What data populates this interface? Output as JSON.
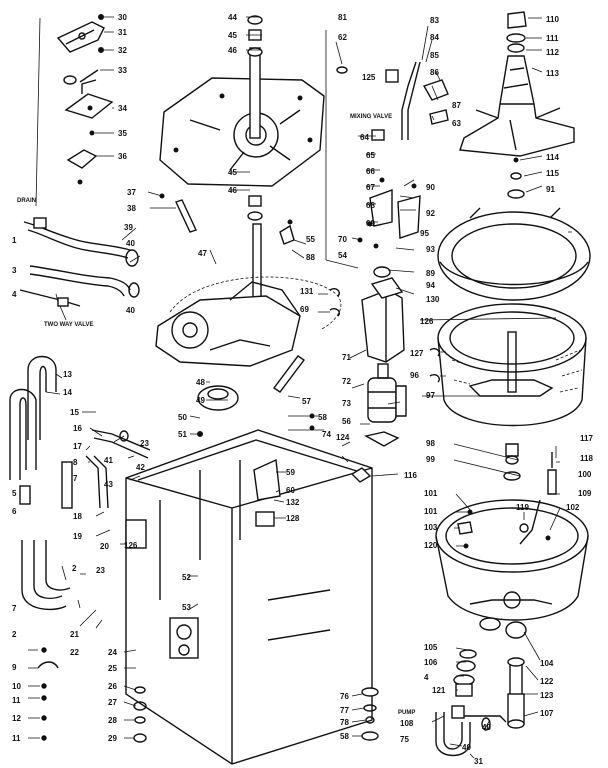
{
  "diagram": {
    "notes": {
      "drain": "DRAIN",
      "two_way_valve": "TWO WAY VALVE",
      "mixing_valve": "MIXING VALVE",
      "pump": "PUMP"
    },
    "callouts": [
      {
        "id": "c30",
        "text": "30"
      },
      {
        "id": "c31",
        "text": "31"
      },
      {
        "id": "c32",
        "text": "32"
      },
      {
        "id": "c33",
        "text": "33"
      },
      {
        "id": "c34",
        "text": "34"
      },
      {
        "id": "c35",
        "text": "35"
      },
      {
        "id": "c36",
        "text": "36"
      },
      {
        "id": "c37",
        "text": "37"
      },
      {
        "id": "c38",
        "text": "38"
      },
      {
        "id": "c39",
        "text": "39"
      },
      {
        "id": "c40a",
        "text": "40"
      },
      {
        "id": "c40b",
        "text": "40"
      },
      {
        "id": "c44",
        "text": "44"
      },
      {
        "id": "c45a",
        "text": "45"
      },
      {
        "id": "c46a",
        "text": "46"
      },
      {
        "id": "c45b",
        "text": "45"
      },
      {
        "id": "c46b",
        "text": "46"
      },
      {
        "id": "c47",
        "text": "47"
      },
      {
        "id": "c48",
        "text": "48"
      },
      {
        "id": "c49",
        "text": "49"
      },
      {
        "id": "c50a",
        "text": "50"
      },
      {
        "id": "c51",
        "text": "51"
      },
      {
        "id": "c1",
        "text": "1"
      },
      {
        "id": "c3",
        "text": "3"
      },
      {
        "id": "c4a",
        "text": "4"
      },
      {
        "id": "c13",
        "text": "13"
      },
      {
        "id": "c14",
        "text": "14"
      },
      {
        "id": "c15",
        "text": "15"
      },
      {
        "id": "c16",
        "text": "16"
      },
      {
        "id": "c17",
        "text": "17"
      },
      {
        "id": "c8",
        "text": "8"
      },
      {
        "id": "c7",
        "text": "7"
      },
      {
        "id": "c5",
        "text": "5"
      },
      {
        "id": "c6",
        "text": "6"
      },
      {
        "id": "c18",
        "text": "18"
      },
      {
        "id": "c19",
        "text": "19"
      },
      {
        "id": "c20",
        "text": "20"
      },
      {
        "id": "c2a",
        "text": "2"
      },
      {
        "id": "c7b",
        "text": "7"
      },
      {
        "id": "c2b",
        "text": "2"
      },
      {
        "id": "c21",
        "text": "21"
      },
      {
        "id": "c22",
        "text": "22"
      },
      {
        "id": "c23",
        "text": "23"
      },
      {
        "id": "c41",
        "text": "41"
      },
      {
        "id": "c42",
        "text": "42"
      },
      {
        "id": "c43",
        "text": "43"
      },
      {
        "id": "c23b",
        "text": "23"
      },
      {
        "id": "c9",
        "text": "9"
      },
      {
        "id": "c10",
        "text": "10"
      },
      {
        "id": "c11a",
        "text": "11"
      },
      {
        "id": "c12",
        "text": "12"
      },
      {
        "id": "c11b",
        "text": "11"
      },
      {
        "id": "c24",
        "text": "24"
      },
      {
        "id": "c25",
        "text": "25"
      },
      {
        "id": "c26",
        "text": "26"
      },
      {
        "id": "c27",
        "text": "27"
      },
      {
        "id": "c28",
        "text": "28"
      },
      {
        "id": "c29",
        "text": "29"
      },
      {
        "id": "c52",
        "text": "52"
      },
      {
        "id": "c53",
        "text": "53"
      },
      {
        "id": "c126b",
        "text": "126"
      },
      {
        "id": "c59",
        "text": "59"
      },
      {
        "id": "c60",
        "text": "60"
      },
      {
        "id": "c132",
        "text": "132"
      },
      {
        "id": "c128",
        "text": "128"
      },
      {
        "id": "c81",
        "text": "81"
      },
      {
        "id": "c62",
        "text": "62"
      },
      {
        "id": "c125",
        "text": "125"
      },
      {
        "id": "c83",
        "text": "83"
      },
      {
        "id": "c84",
        "text": "84"
      },
      {
        "id": "c85",
        "text": "85"
      },
      {
        "id": "c86",
        "text": "86"
      },
      {
        "id": "c87",
        "text": "87"
      },
      {
        "id": "c63",
        "text": "63"
      },
      {
        "id": "c64",
        "text": "64"
      },
      {
        "id": "c65",
        "text": "65"
      },
      {
        "id": "c66",
        "text": "66"
      },
      {
        "id": "c67",
        "text": "67"
      },
      {
        "id": "c68",
        "text": "68"
      },
      {
        "id": "c69",
        "text": "69"
      },
      {
        "id": "c70",
        "text": "70"
      },
      {
        "id": "c54",
        "text": "54"
      },
      {
        "id": "c55",
        "text": "55"
      },
      {
        "id": "c88",
        "text": "88"
      },
      {
        "id": "c89",
        "text": "89"
      },
      {
        "id": "c90",
        "text": "90"
      },
      {
        "id": "c92",
        "text": "92"
      },
      {
        "id": "c93",
        "text": "93"
      },
      {
        "id": "c94",
        "text": "94"
      },
      {
        "id": "c130",
        "text": "130"
      },
      {
        "id": "c131",
        "text": "131"
      },
      {
        "id": "c69b",
        "text": "69"
      },
      {
        "id": "c71",
        "text": "71"
      },
      {
        "id": "c72",
        "text": "72"
      },
      {
        "id": "c73",
        "text": "73"
      },
      {
        "id": "c56",
        "text": "56"
      },
      {
        "id": "c57",
        "text": "57"
      },
      {
        "id": "c58",
        "text": "58"
      },
      {
        "id": "c74",
        "text": "74"
      },
      {
        "id": "c124",
        "text": "124"
      },
      {
        "id": "c110",
        "text": "110"
      },
      {
        "id": "c111",
        "text": "111"
      },
      {
        "id": "c112",
        "text": "112"
      },
      {
        "id": "c113",
        "text": "113"
      },
      {
        "id": "c114",
        "text": "114"
      },
      {
        "id": "c115",
        "text": "115"
      },
      {
        "id": "c91",
        "text": "91"
      },
      {
        "id": "c95",
        "text": "95"
      },
      {
        "id": "c126",
        "text": "126"
      },
      {
        "id": "c127",
        "text": "127"
      },
      {
        "id": "c96",
        "text": "96"
      },
      {
        "id": "c97",
        "text": "97"
      },
      {
        "id": "c98",
        "text": "98"
      },
      {
        "id": "c99",
        "text": "99"
      },
      {
        "id": "c116",
        "text": "116"
      },
      {
        "id": "c117",
        "text": "117"
      },
      {
        "id": "c118",
        "text": "118"
      },
      {
        "id": "c100",
        "text": "100"
      },
      {
        "id": "c101a",
        "text": "101"
      },
      {
        "id": "c101b",
        "text": "101"
      },
      {
        "id": "c109",
        "text": "109"
      },
      {
        "id": "c119",
        "text": "119"
      },
      {
        "id": "c102",
        "text": "102"
      },
      {
        "id": "c103",
        "text": "103"
      },
      {
        "id": "c120",
        "text": "120"
      },
      {
        "id": "c104",
        "text": "104"
      },
      {
        "id": "c105",
        "text": "105"
      },
      {
        "id": "c106",
        "text": "106"
      },
      {
        "id": "c4b",
        "text": "4"
      },
      {
        "id": "c121",
        "text": "121"
      },
      {
        "id": "c122",
        "text": "122"
      },
      {
        "id": "c123",
        "text": "123"
      },
      {
        "id": "c107",
        "text": "107"
      },
      {
        "id": "c108",
        "text": "108"
      },
      {
        "id": "c40c",
        "text": "40"
      },
      {
        "id": "c40d",
        "text": "40"
      },
      {
        "id": "c31b",
        "text": "31"
      },
      {
        "id": "c75",
        "text": "75"
      },
      {
        "id": "c76",
        "text": "76"
      },
      {
        "id": "c77",
        "text": "77"
      },
      {
        "id": "c78",
        "text": "78"
      },
      {
        "id": "c58b",
        "text": "58"
      }
    ]
  }
}
